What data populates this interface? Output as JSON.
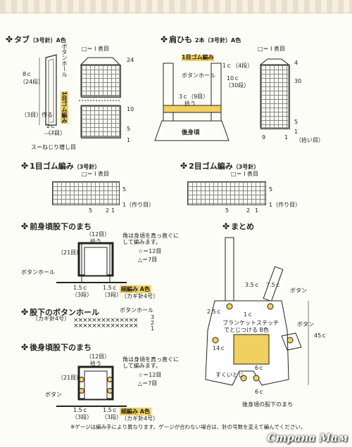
{
  "header": {
    "decor": "border"
  },
  "tab": {
    "title": "タブ",
    "needle": "（3号針）A色",
    "legend": "□＝ Ⅰ 表目",
    "length_cm": "8ｃ",
    "length_rows": "（24段）",
    "buttonhole": "ボタンホール",
    "rib": "1目ゴム編み",
    "make3": "（3目）作る",
    "width_cm": "2ｃ",
    "width_sts": "（7目）",
    "twist_inc": "ス＝ねじり増し目",
    "row24": "24",
    "row10": "10",
    "row5": "5",
    "row1": "1"
  },
  "strap": {
    "title": "肩ひも",
    "count": "2本",
    "needle": "（3号針）A色",
    "legend": "□＝ Ⅰ 表目",
    "rib1": "1目ゴム編み",
    "buttonhole": "ボタンホール",
    "c1": "1ｃ",
    "c1rows": "（4段）",
    "c10": "10ｃ",
    "c10rows": "（30段）",
    "c3": "3ｃ（9目）",
    "pickup": "拾う",
    "back": "後身頃",
    "row4": "4",
    "row30": "30",
    "row5": "5",
    "row1": "1",
    "st9": "9",
    "st1": "1",
    "pickup_sts": "（拾い目）"
  },
  "rib1": {
    "title": "1目ゴム編み",
    "needle": "（3号針）",
    "legend": "□＝ Ⅰ 表目",
    "row5": "5",
    "row1": "1（作り目）",
    "st5": "5",
    "st2": "2",
    "st1": "1"
  },
  "rib2": {
    "title": "2目ゴム編み",
    "needle": "（3号針）",
    "legend": "□＝ Ⅰ 表目",
    "row5": "5",
    "row1": "1（作り目）",
    "st5": "5",
    "st2": "2",
    "st1": "1"
  },
  "front": {
    "title": "前身頃股下のまち",
    "sts12": "（12目）",
    "pickup": "拾う",
    "note": "角は身頃を真っ直ぐに\nして編みます。",
    "star12": "☆＝12目",
    "tri7": "△＝7目",
    "sts21": "（21目）",
    "buttonhole": "ボタンホール",
    "c15a": "1.5ｃ",
    "rows3a": "（3段）",
    "c15b": "1.5ｃ",
    "rows3b": "（3段）",
    "rib": "細編み A色",
    "hook": "（カギ針4号）"
  },
  "bh": {
    "title": "股下のボタンホール",
    "hook": "（カギ針4号）",
    "label": "ボタンホール",
    "r3": "3",
    "r2": "2",
    "r1": "1"
  },
  "back": {
    "title": "後身頃股下のまち",
    "sts12": "（12目）",
    "pickup": "拾う",
    "note": "角は身頃を真っ直ぐに\nして編みます。",
    "star12": "☆＝12目",
    "tri7": "△＝7目",
    "sts21": "（21目）",
    "button": "ボタン",
    "c15a": "1.5ｃ",
    "rows3a": "（3段）",
    "c15b": "1.5ｃ",
    "rows3b": "（3段）",
    "rib": "細編み A色",
    "hook": "（カギ針4号）"
  },
  "summary": {
    "title": "まとめ",
    "c35": "3.5ｃ",
    "c75": "7.5ｃ",
    "button": "ボタン",
    "c25": "2.5ｃ",
    "c1": "1ｃ",
    "blanket": "ブランケットステッチ",
    "colorB": "でとじつける B色",
    "button2": "ボタン",
    "c45": "45ｃ",
    "c14": "14ｃ",
    "c6a": "6ｃ",
    "c6b": "6ｃ",
    "seam": "すくいとじ",
    "crotch": "後身頃の股下のまち"
  },
  "footnote": "※ゲージは編み手により異なります。ゲージが合わない場合は、針の号数を変えて編んでください。",
  "logo": "Страна Мам"
}
